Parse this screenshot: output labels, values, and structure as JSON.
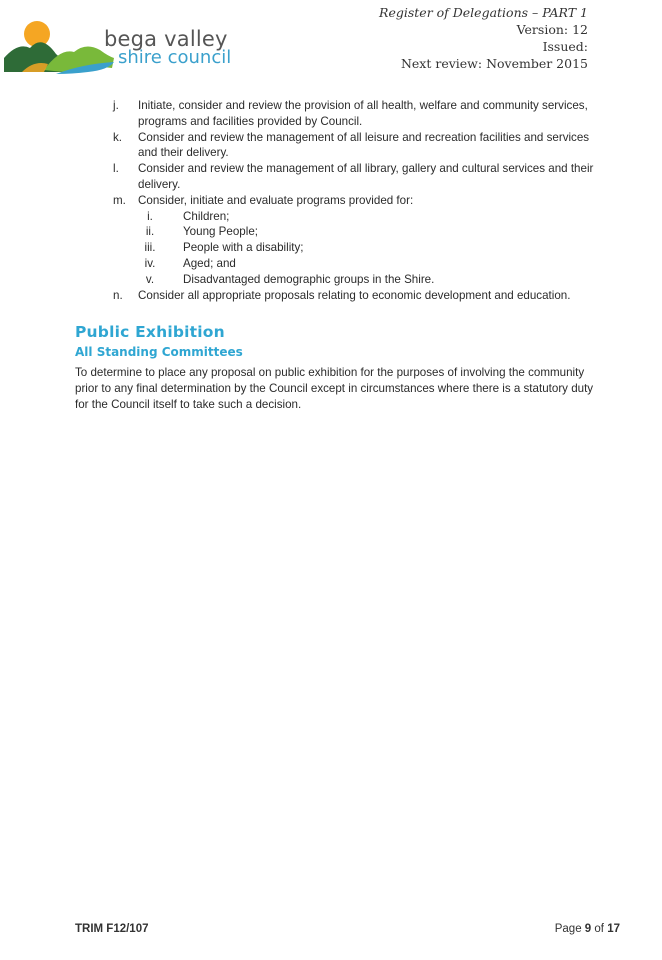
{
  "logo": {
    "line1": "bega valley",
    "line2": "shire council",
    "colors": {
      "sun": "#f5a623",
      "hill_dark": "#2e6b37",
      "hill_green": "#79b93a",
      "water": "#3aa0cc"
    }
  },
  "header": {
    "title": "Register of Delegations – PART 1",
    "version": "Version: 12",
    "issued": "Issued:",
    "next_review": "Next review: November 2015"
  },
  "list": [
    {
      "marker": "j.",
      "text": "Initiate, consider and review the provision of all health, welfare and community services, programs and facilities provided by Council."
    },
    {
      "marker": "k.",
      "text": "Consider and review the management of all leisure and recreation facilities and services and their delivery."
    },
    {
      "marker": "l.",
      "text": "Consider and review the management of all library, gallery and cultural services and their delivery."
    },
    {
      "marker": "m.",
      "text": "Consider, initiate and evaluate programs provided for:"
    }
  ],
  "sublist": [
    {
      "marker": "i.",
      "text": "Children;"
    },
    {
      "marker": "ii.",
      "text": "Young People;"
    },
    {
      "marker": "iii.",
      "text": "People with a disability;"
    },
    {
      "marker": "iv.",
      "text": "Aged; and"
    },
    {
      "marker": "v.",
      "text": "Disadvantaged demographic groups in the Shire."
    }
  ],
  "list_n": {
    "marker": "n.",
    "text": "Consider all appropriate proposals relating to economic development and education."
  },
  "section": {
    "heading": "Public Exhibition",
    "subheading": "All Standing Committees",
    "body": "To determine to place any proposal on public exhibition for the purposes of involving the community prior to any final determination by the Council except in circumstances where there is a statutory duty for the Council itself to take such a decision."
  },
  "footer": {
    "trim": "TRIM F12/107",
    "page_word": "Page",
    "page_num": "9",
    "of_word": "of",
    "page_total": "17"
  }
}
